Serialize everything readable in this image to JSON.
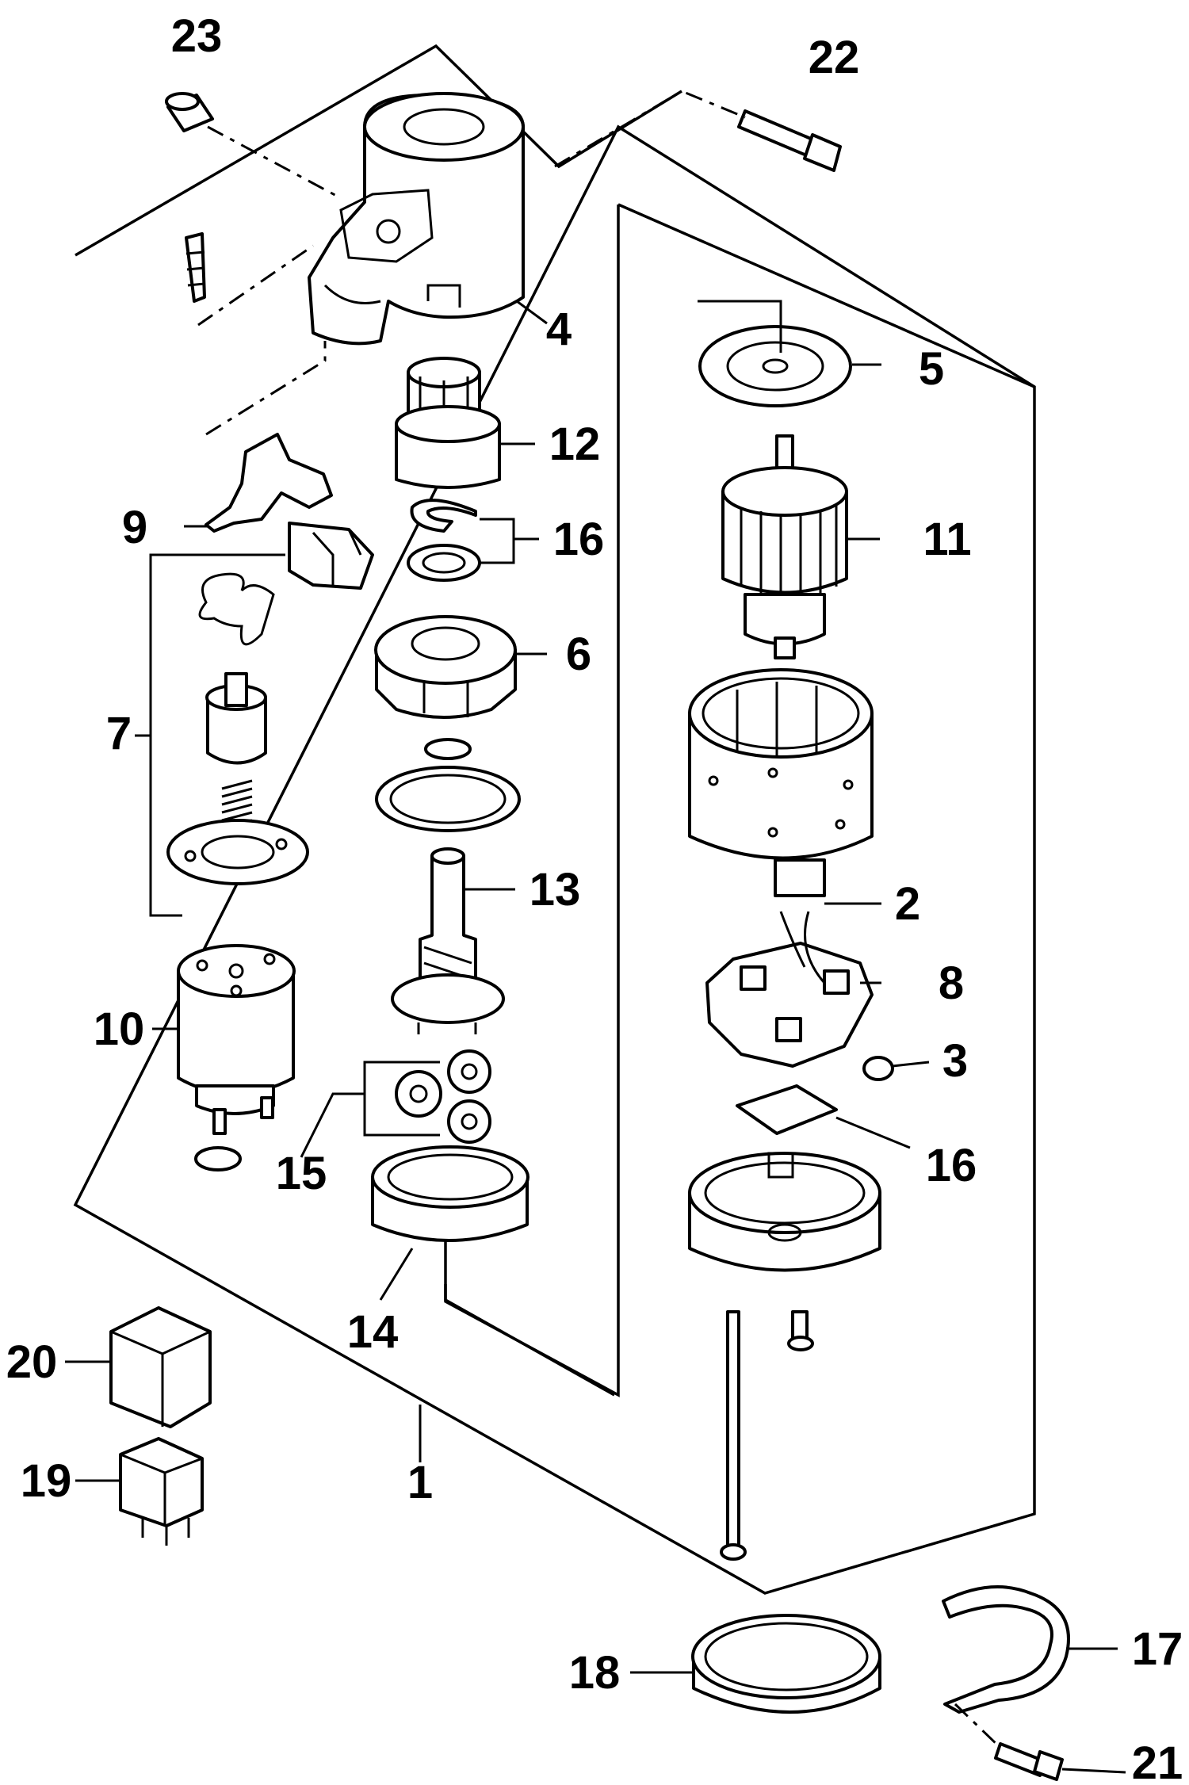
{
  "callouts": {
    "c1": "1",
    "c2": "2",
    "c3": "3",
    "c4": "4",
    "c5": "5",
    "c6": "6",
    "c7": "7",
    "c8": "8",
    "c9": "9",
    "c10": "10",
    "c11": "11",
    "c12": "12",
    "c13": "13",
    "c14": "14",
    "c15": "15",
    "c16a": "16",
    "c16b": "16",
    "c17": "17",
    "c18": "18",
    "c19": "19",
    "c20": "20",
    "c21": "21",
    "c22": "22",
    "c23": "23"
  }
}
